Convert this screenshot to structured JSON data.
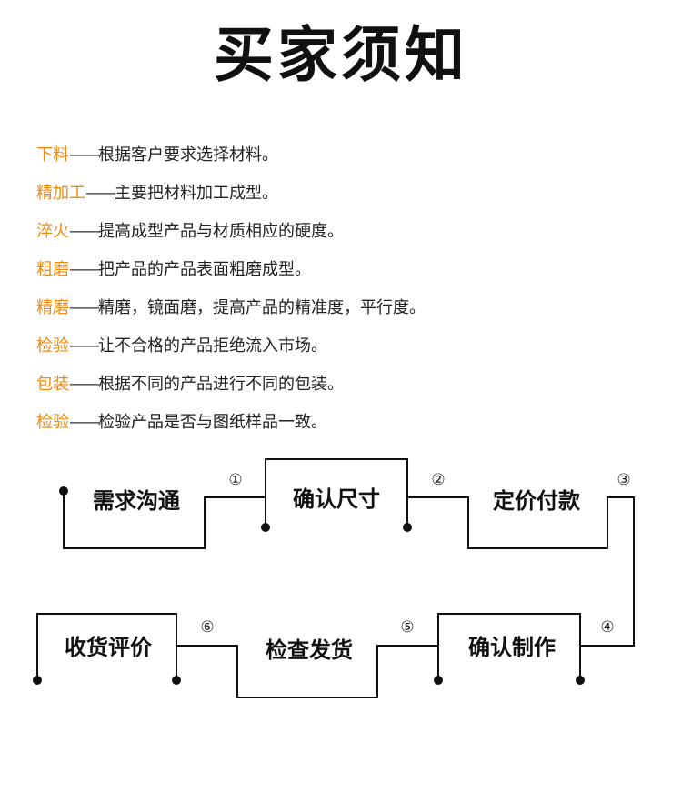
{
  "page": {
    "title": "买家须知"
  },
  "items": [
    {
      "key": "下料",
      "dash": "——",
      "desc": "根据客户要求选择材料。"
    },
    {
      "key": "精加工",
      "dash": "——",
      "desc": "主要把材料加工成型。"
    },
    {
      "key": "淬火",
      "dash": "——",
      "desc": "提高成型产品与材质相应的硬度。"
    },
    {
      "key": "粗磨",
      "dash": "——",
      "desc": "把产品的产品表面粗磨成型。"
    },
    {
      "key": "精磨",
      "dash": "——",
      "desc": "精磨，镜面磨，提高产品的精准度，平行度。"
    },
    {
      "key": "检验",
      "dash": "——",
      "desc": "让不合格的产品拒绝流入市场。"
    },
    {
      "key": "包装",
      "dash": "——",
      "desc": "根据不同的产品进行不同的包装。"
    },
    {
      "key": "检验",
      "dash": "——",
      "desc": "检验产品是否与图纸样品一致。"
    }
  ],
  "flow": {
    "steps": [
      "需求沟通",
      "确认尺寸",
      "定价付款",
      "确认制作",
      "检查发货",
      "收货评价"
    ],
    "numbers": [
      "①",
      "②",
      "③",
      "④",
      "⑤",
      "⑥"
    ]
  },
  "colors": {
    "accent": "#f08a10",
    "line": "#111111"
  }
}
